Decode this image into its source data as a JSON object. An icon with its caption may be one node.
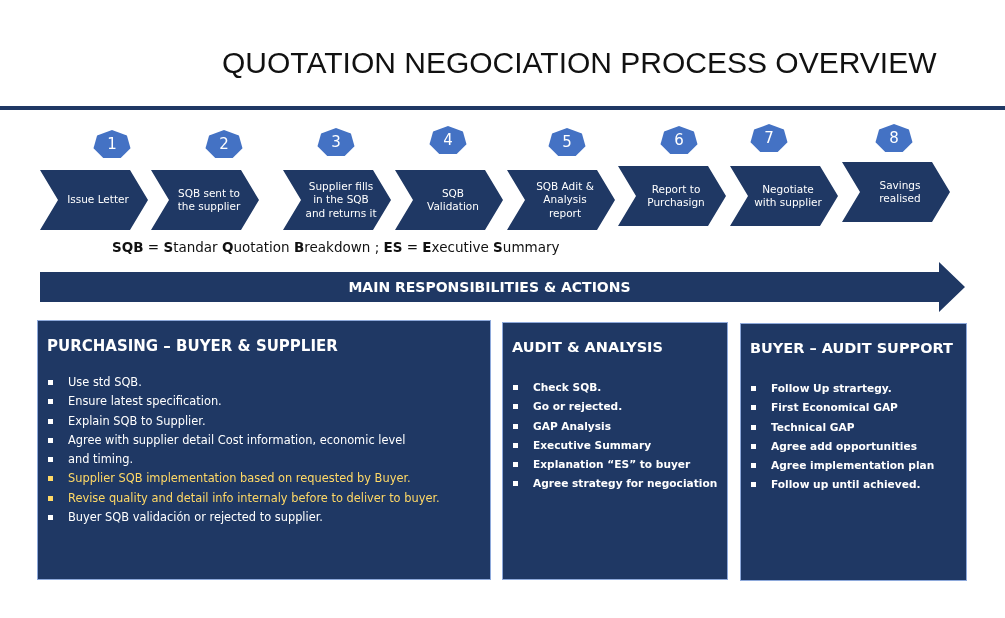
{
  "diagram": {
    "title": "QUOTATION NEGOCIATION PROCESS OVERVIEW",
    "nodes": [
      {
        "text": [
          "1"
        ]
      },
      {
        "text": [
          "2"
        ]
      },
      {
        "text": [
          "3"
        ]
      },
      {
        "text": [
          "4"
        ]
      },
      {
        "text": [
          "5"
        ]
      },
      {
        "text": [
          "6"
        ]
      },
      {
        "text": [
          "7"
        ]
      },
      {
        "text": [
          "8"
        ]
      },
      {
        "text": [
          "Issue Letter"
        ]
      },
      {
        "text": [
          "SQB  sent to the supplier"
        ]
      },
      {
        "text": [
          "Supplier fills in the SQB and returns it"
        ]
      },
      {
        "text": [
          "SQB Validation"
        ]
      },
      {
        "text": [
          "SQB Adit & Analysis report"
        ]
      },
      {
        "text": [
          "Report to Purchasign"
        ]
      },
      {
        "text": [
          "Negotiate with supplier"
        ]
      },
      {
        "text": [
          "Savings realised"
        ]
      },
      {
        "text": [
          "MAIN RESPONSIBILITIES & ACTIONS"
        ]
      },
      {
        "text": [
          "PURCHASING – BUYER & SUPPLIER",
          "Use std  SQB.",
          "Ensure latest specification.",
          "Explain SQB to Supplier.",
          "Agree with supplier detail Cost information, economic level",
          "and timing.",
          "Supplier SQB implementation  based on requested by Buyer.",
          "Revise quality and detail info internaly before to deliver to buyer.",
          "Buyer SQB validación or rejected to supplier."
        ]
      },
      {
        "text": [
          "AUDIT & ANALYSIS",
          "Check SQB.",
          "Go or rejected.",
          "GAP Analysis",
          "Executive Summary",
          "Explanation  “ES” to buyer",
          "Agree strategy for negociation"
        ]
      },
      {
        "text": [
          "BUYER – AUDIT SUPPORT",
          "Follow Up strartegy.",
          "First Economical GAP",
          "Technical GAP",
          "Agree add opportunities",
          "Agree implementation plan",
          "Follow up until achieved."
        ]
      }
    ],
    "edges": [],
    "labels": [
      "**SQB** = **S**tandar **Q**uotation **B**reakdown ; **ES** = **E**xecutive **S**ummary"
    ]
  }
}
